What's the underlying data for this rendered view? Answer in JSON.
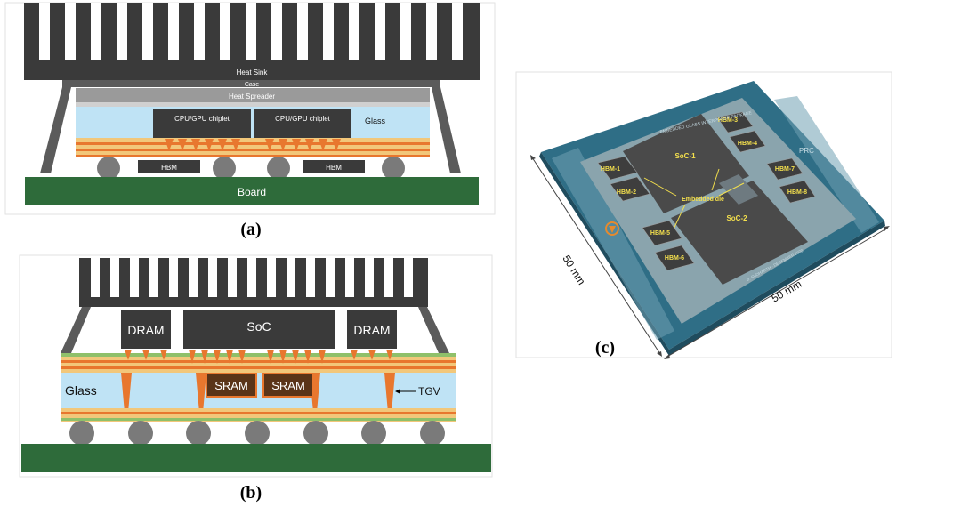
{
  "panel_a": {
    "caption": "(a)",
    "heat_sink": "Heat Sink",
    "case": "Case",
    "heat_spreader": "Heat Spreader",
    "chiplet_left": "CPU/GPU chiplet",
    "chiplet_right": "CPU/GPU chiplet",
    "glass": "Glass",
    "hbm_left": "HBM",
    "hbm_right": "HBM",
    "board": "Board"
  },
  "panel_b": {
    "caption": "(b)",
    "dram_left": "DRAM",
    "soc": "SoC",
    "dram_right": "DRAM",
    "sram_left": "SRAM",
    "sram_right": "SRAM",
    "glass": "Glass",
    "tgv": "TGV"
  },
  "panel_c": {
    "caption": "(c)",
    "title_line": "EMBEDDED GLASS INTERPOSER PACKAGE",
    "prc": "PRC",
    "soc1": "SoC-1",
    "soc2": "SoC-2",
    "embedded_die": "Embedded die",
    "hbm": [
      "HBM-1",
      "HBM-2",
      "HBM-3",
      "HBM-4",
      "HBM-5",
      "HBM-6",
      "HBM-7",
      "HBM-8"
    ],
    "dim_left": "50 mm",
    "dim_bottom": "50 mm",
    "signature": "B. SUDHARTH · DECEMBER 2020"
  },
  "colors": {
    "heat_sink": "#3a3a3a",
    "board": "#2e6b3a",
    "glass": "#bfe3f5",
    "orange": "#e8772e",
    "substrate": "#f2c77a",
    "package_teal": "#2f6e86"
  }
}
